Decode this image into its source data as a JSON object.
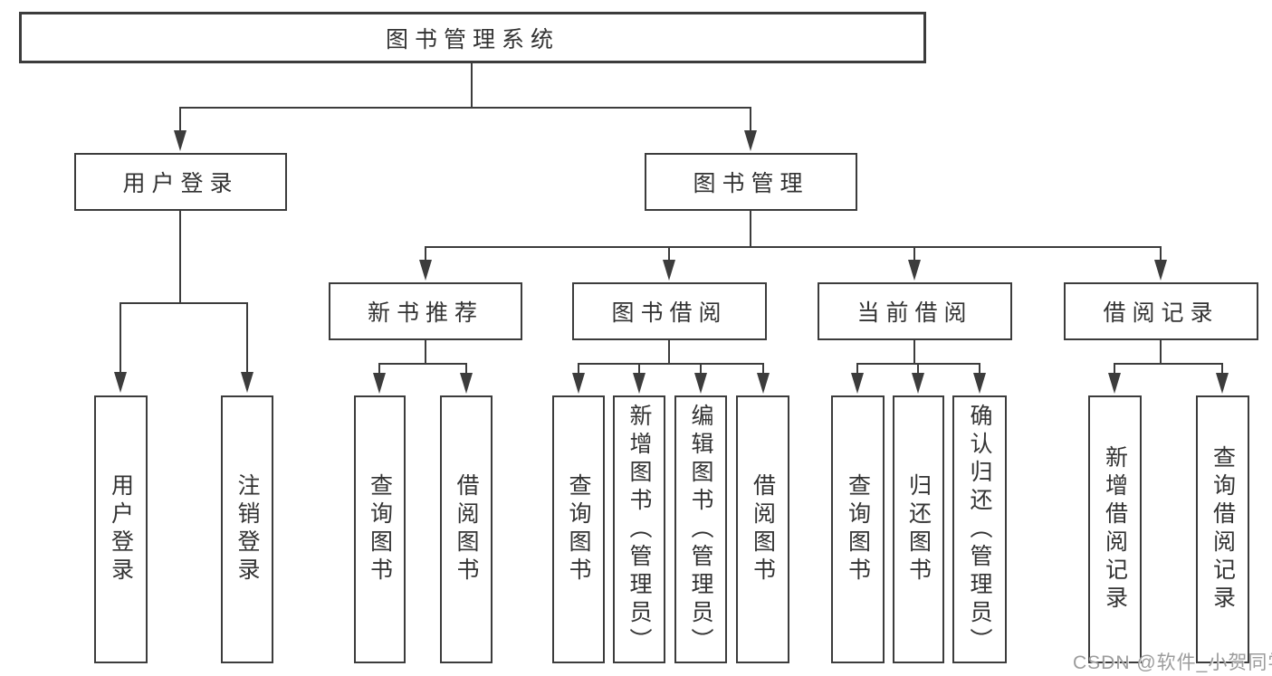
{
  "tree": {
    "root": {
      "label": "图书管理系统",
      "children": [
        {
          "label": "用户登录",
          "children": [
            {
              "label": "用户登录"
            },
            {
              "label": "注销登录"
            }
          ]
        },
        {
          "label": "图书管理",
          "children": [
            {
              "label": "新书推荐",
              "children": [
                {
                  "label": "查询图书"
                },
                {
                  "label": "借阅图书"
                }
              ]
            },
            {
              "label": "图书借阅",
              "children": [
                {
                  "label": "查询图书"
                },
                {
                  "label": "新增图书（管理员）"
                },
                {
                  "label": "编辑图书（管理员）"
                },
                {
                  "label": "借阅图书"
                }
              ]
            },
            {
              "label": "当前借阅",
              "children": [
                {
                  "label": "查询图书"
                },
                {
                  "label": "归还图书"
                },
                {
                  "label": "确认归还（管理员）"
                }
              ]
            },
            {
              "label": "借阅记录",
              "children": [
                {
                  "label": "新增借阅记录"
                },
                {
                  "label": "查询借阅记录"
                }
              ]
            }
          ]
        }
      ]
    }
  },
  "watermark": {
    "text": "CSDN @软件_小贺同学"
  },
  "colors": {
    "line": "#3c3c3c",
    "text": "#333333",
    "background": "#ffffff",
    "watermark": "#9c9c9c"
  }
}
